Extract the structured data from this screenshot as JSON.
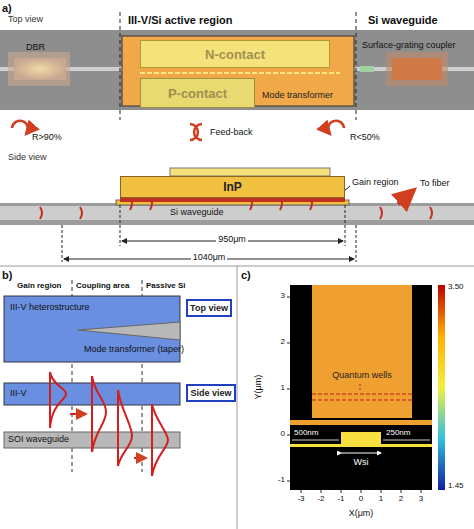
{
  "diagram": {
    "nodes": [
      {
        "text": [
          "N-contact"
        ]
      },
      {
        "text": [
          "P-contact"
        ]
      },
      {
        "text": [
          "InP"
        ]
      },
      {
        "text": [
          "Top view"
        ]
      },
      {
        "text": [
          "Side view"
        ]
      }
    ],
    "labels": [
      "a)",
      "Top view",
      "III-V/Si active region",
      "Si waveguide",
      "DBR",
      "Surface-grating coupler",
      "Mode transformer",
      "R>90%",
      "Feed-back",
      "R<50%",
      "Side view",
      "Gain region",
      "To fiber",
      "Si waveguide",
      "950μm",
      "1040μm",
      "b)",
      "Gain region",
      "Coupling area",
      "Passive Si",
      "III-V heterostructure",
      "Mode transformer (taper)",
      "III-V",
      "SOI waveguide",
      "c)",
      "Quantum wells",
      "500nm",
      "250nm",
      "Wsi",
      "Y(μm)",
      "X(μm)",
      "3",
      "2",
      "1",
      "0",
      "-1",
      "-3",
      "-2",
      "-1",
      "0",
      "1",
      "2",
      "3",
      "3.50",
      "1.45"
    ]
  }
}
